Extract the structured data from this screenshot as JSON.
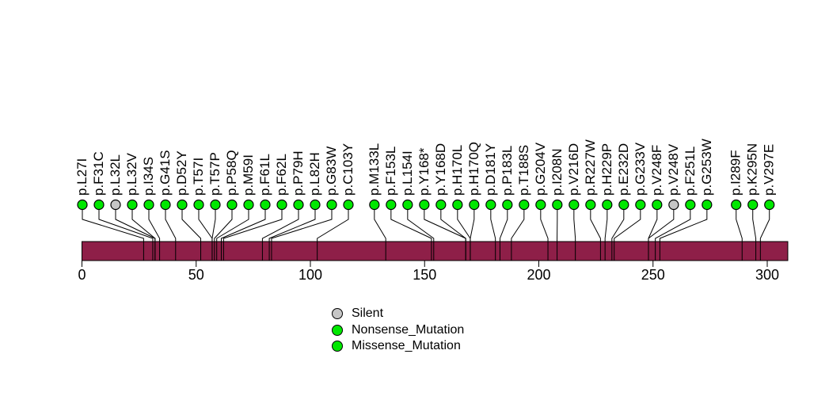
{
  "figure": {
    "background_color": "#ffffff"
  },
  "legend": {
    "items": [
      {
        "label": "Silent",
        "color": "#c6c6c6"
      },
      {
        "label": "Nonsense_Mutation",
        "color": "#00e800"
      },
      {
        "label": "Missense_Mutation",
        "color": "#00e800"
      }
    ]
  },
  "chart_data": {
    "type": "lollipop",
    "title": "",
    "xlabel": "",
    "ylabel": "",
    "axis_ticks": [
      0,
      50,
      100,
      150,
      200,
      250,
      300
    ],
    "axis_range": [
      0,
      309
    ],
    "protein_length": 309,
    "bar_color": "#8e1f48",
    "stem_color": "#000000",
    "circle_outline_color": "#000000",
    "mutation_colors": {
      "Silent": "#c6c6c6",
      "Nonsense_Mutation": "#00e800",
      "Missense_Mutation": "#00e800"
    },
    "mutations": [
      {
        "label": "p.L27I",
        "position": 27,
        "type": "Missense_Mutation"
      },
      {
        "label": "p.F31C",
        "position": 31,
        "type": "Missense_Mutation"
      },
      {
        "label": "p.L32L",
        "position": 32,
        "type": "Silent"
      },
      {
        "label": "p.L32V",
        "position": 32,
        "type": "Missense_Mutation"
      },
      {
        "label": "p.I34S",
        "position": 34,
        "type": "Missense_Mutation"
      },
      {
        "label": "p.G41S",
        "position": 41,
        "type": "Missense_Mutation"
      },
      {
        "label": "p.D52Y",
        "position": 52,
        "type": "Missense_Mutation"
      },
      {
        "label": "p.T57I",
        "position": 57,
        "type": "Missense_Mutation"
      },
      {
        "label": "p.T57P",
        "position": 57,
        "type": "Missense_Mutation"
      },
      {
        "label": "p.P58Q",
        "position": 58,
        "type": "Missense_Mutation"
      },
      {
        "label": "p.M59I",
        "position": 59,
        "type": "Missense_Mutation"
      },
      {
        "label": "p.F61L",
        "position": 61,
        "type": "Missense_Mutation"
      },
      {
        "label": "p.F62L",
        "position": 62,
        "type": "Missense_Mutation"
      },
      {
        "label": "p.P79H",
        "position": 79,
        "type": "Missense_Mutation"
      },
      {
        "label": "p.L82H",
        "position": 82,
        "type": "Missense_Mutation"
      },
      {
        "label": "p.G83W",
        "position": 83,
        "type": "Missense_Mutation"
      },
      {
        "label": "p.C103Y",
        "position": 103,
        "type": "Missense_Mutation"
      },
      {
        "label": "p.M133L",
        "position": 133,
        "type": "Missense_Mutation"
      },
      {
        "label": "p.F153L",
        "position": 153,
        "type": "Missense_Mutation"
      },
      {
        "label": "p.L154I",
        "position": 154,
        "type": "Missense_Mutation"
      },
      {
        "label": "p.Y168*",
        "position": 168,
        "type": "Nonsense_Mutation"
      },
      {
        "label": "p.Y168D",
        "position": 168,
        "type": "Missense_Mutation"
      },
      {
        "label": "p.H170L",
        "position": 170,
        "type": "Missense_Mutation"
      },
      {
        "label": "p.H170Q",
        "position": 170,
        "type": "Missense_Mutation"
      },
      {
        "label": "p.D181Y",
        "position": 181,
        "type": "Missense_Mutation"
      },
      {
        "label": "p.P183L",
        "position": 183,
        "type": "Missense_Mutation"
      },
      {
        "label": "p.T188S",
        "position": 188,
        "type": "Missense_Mutation"
      },
      {
        "label": "p.G204V",
        "position": 204,
        "type": "Missense_Mutation"
      },
      {
        "label": "p.I208N",
        "position": 208,
        "type": "Missense_Mutation"
      },
      {
        "label": "p.V216D",
        "position": 216,
        "type": "Missense_Mutation"
      },
      {
        "label": "p.R227W",
        "position": 227,
        "type": "Missense_Mutation"
      },
      {
        "label": "p.H229P",
        "position": 229,
        "type": "Missense_Mutation"
      },
      {
        "label": "p.E232D",
        "position": 232,
        "type": "Missense_Mutation"
      },
      {
        "label": "p.G233V",
        "position": 233,
        "type": "Missense_Mutation"
      },
      {
        "label": "p.V248F",
        "position": 248,
        "type": "Missense_Mutation"
      },
      {
        "label": "p.V248V",
        "position": 248,
        "type": "Silent"
      },
      {
        "label": "p.F251L",
        "position": 251,
        "type": "Missense_Mutation"
      },
      {
        "label": "p.G253W",
        "position": 253,
        "type": "Missense_Mutation"
      },
      {
        "label": "p.I289F",
        "position": 289,
        "type": "Missense_Mutation"
      },
      {
        "label": "p.K295N",
        "position": 295,
        "type": "Missense_Mutation"
      },
      {
        "label": "p.V297E",
        "position": 297,
        "type": "Missense_Mutation"
      }
    ]
  }
}
